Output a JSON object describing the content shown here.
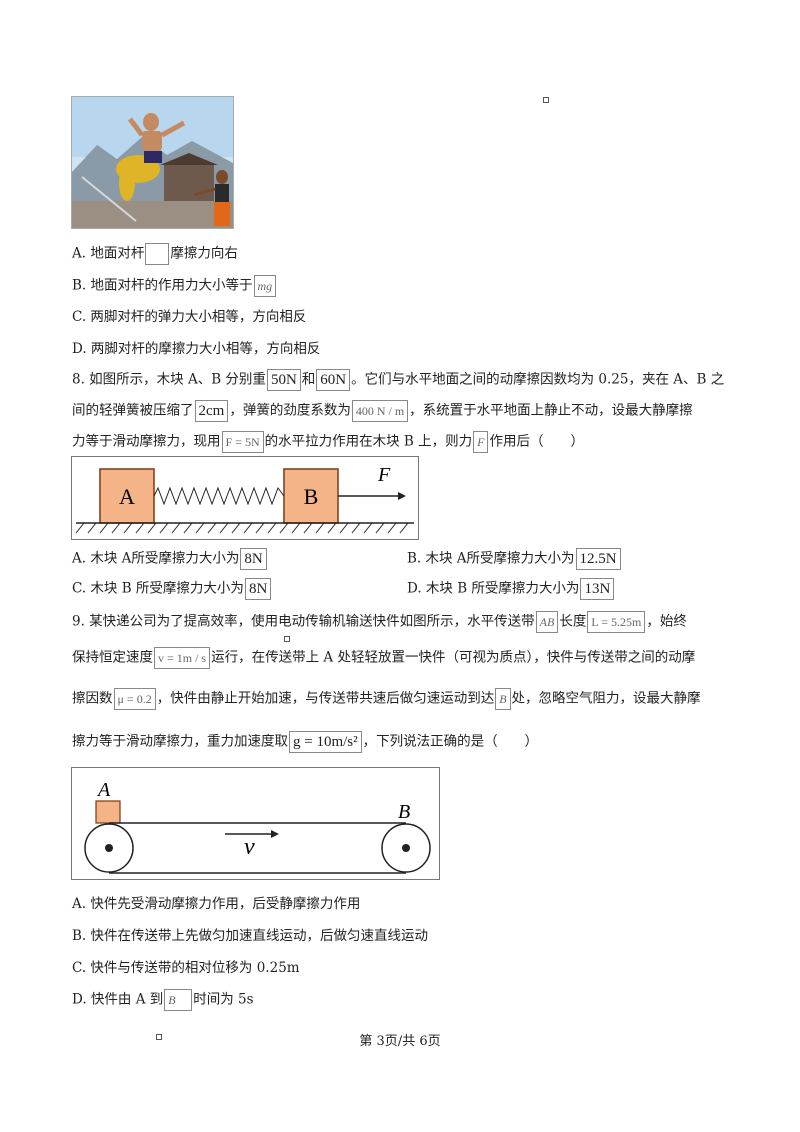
{
  "q7": {
    "options": {
      "a_pre": "A. 地面对杆",
      "a_post": "摩擦力向右",
      "b_pre": "B. 地面对杆的作用力大小等于",
      "b_box": "mg",
      "c": "C. 两脚对杆的弹力大小相等，方向相反",
      "d": "D. 两脚对杆的摩擦力大小相等，方向相反"
    }
  },
  "q8": {
    "l1_pre": "8. 如图所示，木块 A、B 分别重",
    "l1_box1": "50N",
    "l1_mid": "和",
    "l1_box2": "60N",
    "l1_post": "。它们与水平地面之间的动摩擦因数均为 0.25，夹在 A、B 之",
    "l2_pre": "间的轻弹簧被压缩了",
    "l2_box1": "2cm",
    "l2_mid": "，弹簧的劲度系数为",
    "l2_box2": "400 N / m",
    "l2_post": "，系统置于水平地面上静止不动，设最大静摩擦",
    "l3_pre": "力等于滑动摩擦力，现用",
    "l3_box1": "F = 5N",
    "l3_mid": "的水平拉力作用在木块 B 上，则力",
    "l3_box2": "F",
    "l3_post": "作用后（　　）",
    "figure": {
      "block_a": "A",
      "block_b": "B",
      "force": "F"
    },
    "options": {
      "a_pre": "A. 木块 A所受摩擦力大小为",
      "a_box": "8N",
      "b_pre": "B. 木块 A所受摩擦力大小为",
      "b_box": "12.5N",
      "c_pre": "C. 木块 B 所受摩擦力大小为",
      "c_box": "8N",
      "d_pre": "D. 木块 B 所受摩擦力大小为",
      "d_box": "13N"
    }
  },
  "q9": {
    "l1_pre": "9. 某快递公司为了提高效率，使用电动传输机输送快件如图所示，水平传送带",
    "l1_box1": "AB",
    "l1_mid": "长度",
    "l1_box2": "L = 5.25m",
    "l1_post": "，始终",
    "l2_pre": "保持恒定速度",
    "l2_box1": "v = 1m / s",
    "l2_post": "运行，在传送带上 A 处轻轻放置一快件（可视为质点），快件与传送带之间的动摩",
    "l3_pre": "擦因数",
    "l3_box1": "μ = 0.2",
    "l3_mid": "，快件由静止开始加速，与传送带共速后做匀速运动到达",
    "l3_box2": "B",
    "l3_post": "处，忽略空气阻力，设最大静摩",
    "l4_pre": "擦力等于滑动摩擦力，重力加速度取",
    "l4_box1": "g = 10m/s²",
    "l4_post": "，下列说法正确的是（　　）",
    "figure": {
      "label_a": "A",
      "label_b": "B",
      "velocity": "v"
    },
    "options": {
      "a": "A. 快件先受滑动摩擦力作用，后受静摩擦力作用",
      "b": "B. 快件在传送带上先做匀加速直线运动，后做匀速直线运动",
      "c": "C. 快件与传送带的相对位移为 0.25m",
      "d_pre": "D. 快件由 A 到",
      "d_box": "B",
      "d_post": "时间为 5s"
    }
  },
  "footer": {
    "page": "第 3页/共 6页"
  },
  "colors": {
    "block_fill": "#f4b488",
    "block_stroke": "#7a3a12",
    "frame": "#777777"
  }
}
